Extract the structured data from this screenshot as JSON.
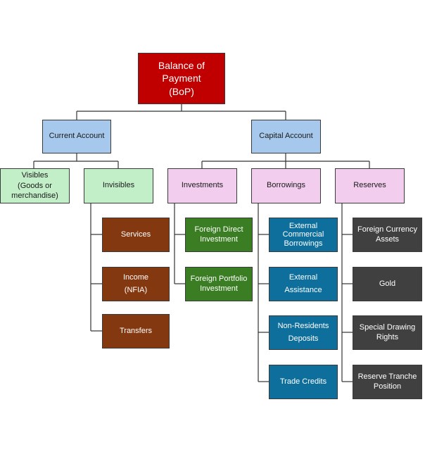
{
  "diagram": {
    "root": [
      "Balance of",
      "Payment",
      "(BoP)"
    ],
    "current_account": "Current Account",
    "capital_account": "Capital Account",
    "visibles": [
      "Visibles",
      "(Goods or",
      "merchandise)"
    ],
    "invisibles": "Invisibles",
    "investments": "Investments",
    "borrowings": "Borrowings",
    "reserves": "Reserves",
    "services": "Services",
    "income": [
      "Income",
      "(NFIA)"
    ],
    "transfers": "Transfers",
    "fdi": [
      "Foreign Direct",
      "Investment"
    ],
    "fpi": [
      "Foreign Portfolio",
      "Investment"
    ],
    "ecb": [
      "External",
      "Commercial",
      "Borrowings"
    ],
    "external_assistance": [
      "External",
      "Assistance"
    ],
    "nrd": [
      "Non-Residents",
      "Deposits"
    ],
    "trade_credits": "Trade Credits",
    "fca": [
      "Foreign Currency",
      "Assets"
    ],
    "gold": "Gold",
    "sdr": [
      "Special Drawing",
      "Rights"
    ],
    "rtp": [
      "Reserve Tranche",
      "Position"
    ]
  }
}
